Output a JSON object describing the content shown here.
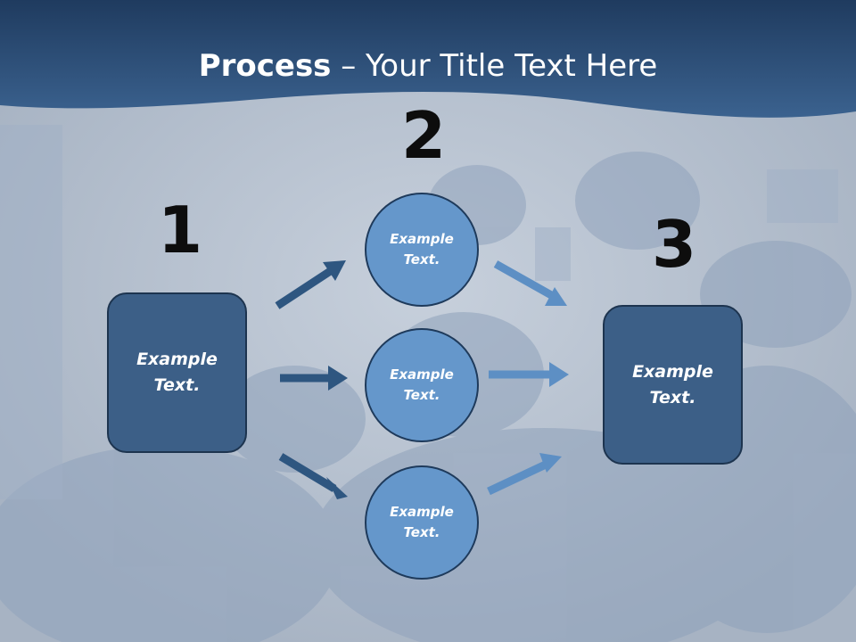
{
  "title": {
    "bold": "Process",
    "rest": " – Your Title Text Here"
  },
  "steps": [
    {
      "number": "1"
    },
    {
      "number": "2"
    },
    {
      "number": "3"
    }
  ],
  "left_box": {
    "text": "Example\nText."
  },
  "circles": [
    {
      "text": "Example\nText."
    },
    {
      "text": "Example\nText."
    },
    {
      "text": "Example\nText."
    }
  ],
  "right_box": {
    "text": "Example\nText."
  },
  "colors": {
    "header": "#2a4b72",
    "box_fill": "#3c5f87",
    "circle_fill": "#6597cb",
    "arrow_dark": "#2e5680",
    "arrow_light": "#5d8fc4"
  }
}
